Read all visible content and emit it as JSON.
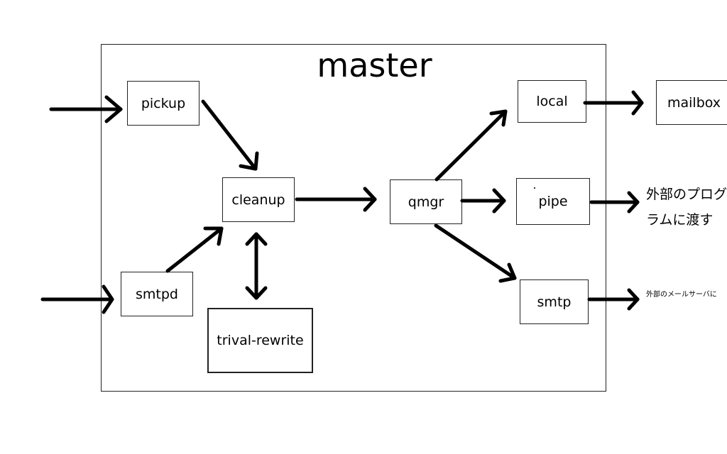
{
  "diagram": {
    "title": "master",
    "nodes": {
      "pickup": "pickup",
      "cleanup": "cleanup",
      "smtpd": "smtpd",
      "trivial_rewrite": "trival-rewrite",
      "qmgr": "qmgr",
      "local": "local",
      "pipe": "pipe",
      "smtp": "smtp",
      "mailbox": "mailbox"
    },
    "outputs": {
      "pipe_label": "外部のプログ\nラムに渡す",
      "smtp_label": "外部のメールサーバに"
    },
    "edges": [
      {
        "from": "external",
        "to": "pickup"
      },
      {
        "from": "pickup",
        "to": "cleanup"
      },
      {
        "from": "external",
        "to": "smtpd"
      },
      {
        "from": "smtpd",
        "to": "cleanup"
      },
      {
        "from": "cleanup",
        "to": "trival-rewrite",
        "bidirectional": true
      },
      {
        "from": "cleanup",
        "to": "qmgr"
      },
      {
        "from": "qmgr",
        "to": "local"
      },
      {
        "from": "qmgr",
        "to": "pipe"
      },
      {
        "from": "qmgr",
        "to": "smtp"
      },
      {
        "from": "local",
        "to": "mailbox"
      },
      {
        "from": "pipe",
        "to": "外部のプログラムに渡す"
      },
      {
        "from": "smtp",
        "to": "外部のメールサーバに"
      }
    ]
  }
}
